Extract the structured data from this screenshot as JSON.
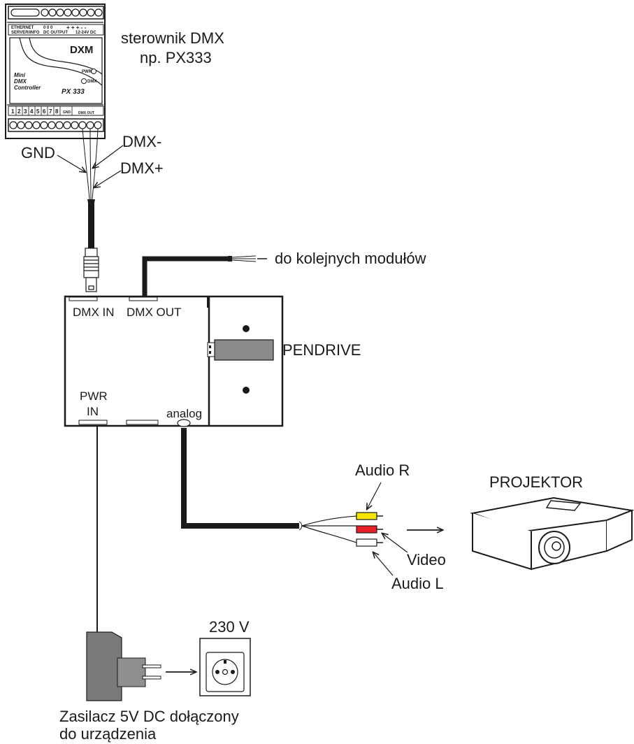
{
  "controller": {
    "caption_line1": "sterownik DMX",
    "caption_line2": "np. PX333",
    "brand": "DXM",
    "model": "PX 333",
    "product_line1": "Mini",
    "product_line2": "DMX",
    "product_line3": "Controller",
    "led_pwr": "PWR",
    "led_dmx": "DMX",
    "top_terminals": [
      "ETHERNET",
      "0 0 0",
      "+ + + - -",
      "12-24V DC"
    ],
    "top_sub": [
      "SERVER/INFO",
      "DC OUTPUT"
    ],
    "bottom_channels": [
      "1",
      "2",
      "3",
      "4",
      "5",
      "6",
      "7",
      "8"
    ],
    "bottom_extra": [
      "GND",
      "DMX OUT"
    ]
  },
  "wires": {
    "gnd": "GND",
    "dmx_minus": "DMX-",
    "dmx_plus": "DMX+",
    "chain": "do kolejnych modułów"
  },
  "module": {
    "dmx_in": "DMX IN",
    "dmx_out": "DMX OUT",
    "pwr_in_line1": "PWR",
    "pwr_in_line2": "IN",
    "analog": "analog",
    "pendrive": "PENDRIVE"
  },
  "av": {
    "audio_r": "Audio R",
    "video": "Video",
    "audio_l": "Audio L",
    "projector": "PROJEKTOR"
  },
  "power": {
    "voltage": "230 V",
    "psu_line1": "Zasilacz 5V DC dołączony",
    "psu_line2": "do urządzenia"
  },
  "colors": {
    "rca_audio_r": "#f5e400",
    "rca_video": "#e8202a",
    "rca_audio_l": "#ffffff",
    "psu_body": "#7a7a7a"
  }
}
